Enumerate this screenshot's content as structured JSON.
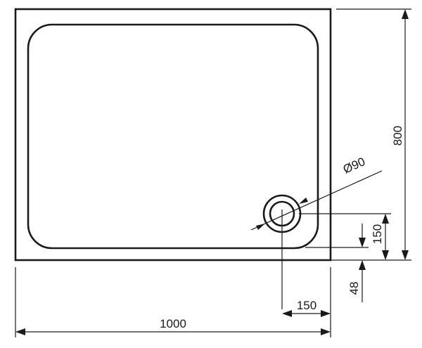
{
  "dimensions": {
    "width": "1000",
    "depth": "800",
    "drain_diameter": "Ø90",
    "drain_offset_x": "150",
    "drain_offset_y": "150",
    "height": "48"
  }
}
